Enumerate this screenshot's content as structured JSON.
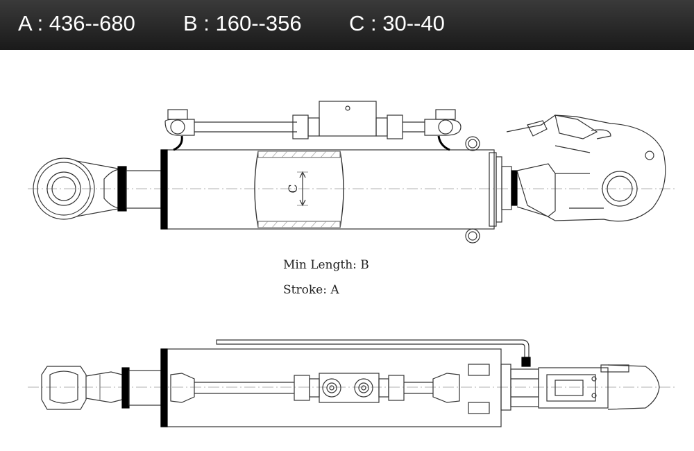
{
  "header": {
    "spec_a": "A : 436--680",
    "spec_b": "B : 160--356",
    "spec_c": "C : 30--40"
  },
  "notes": {
    "min_length": "Min Length: B",
    "stroke": "Stroke: A"
  },
  "dimension_label": "C",
  "colors": {
    "header_bg": "#222222",
    "header_text": "#ffffff",
    "line": "#333333",
    "seal": "#000000"
  }
}
